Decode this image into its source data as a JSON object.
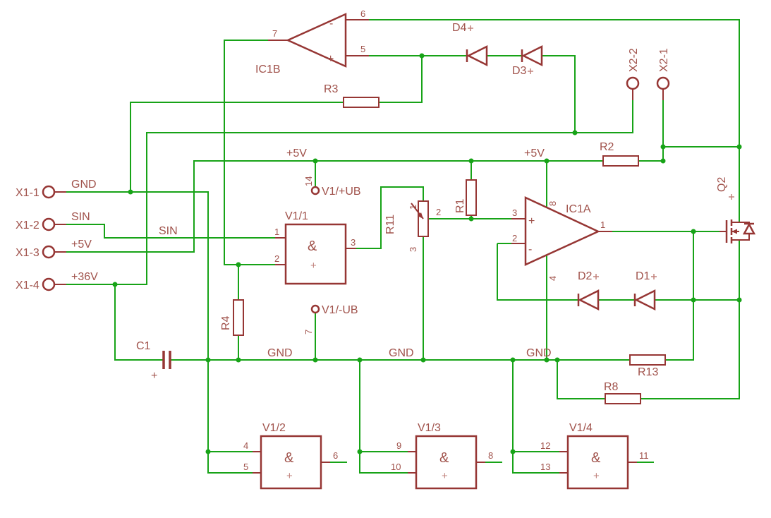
{
  "colors": {
    "wire_green": "#17a317",
    "symbol_maroon": "#963634",
    "label_red": "#a0524b",
    "origin_mark": "#c2837d",
    "background": "#ffffff"
  },
  "x1": {
    "pads": [
      {
        "ref": "X1-1",
        "net": "GND"
      },
      {
        "ref": "X1-2",
        "net": "SIN"
      },
      {
        "ref": "X1-3",
        "net": "+5V"
      },
      {
        "ref": "X1-4",
        "net": "+36V"
      }
    ]
  },
  "x2": {
    "pads": [
      {
        "ref": "X2-2"
      },
      {
        "ref": "X2-1"
      }
    ]
  },
  "ic1b": {
    "ref": "IC1B",
    "pin_out": "7",
    "pin_in_top": "6",
    "pin_in_bottom": "5",
    "sign_top": "-",
    "sign_bottom": "+"
  },
  "ic1a": {
    "ref": "IC1A",
    "pin_in_top": "3",
    "pin_in_bottom": "2",
    "pin_top": "8",
    "pin_bottom": "4",
    "pin_out": "1",
    "sign_top": "+",
    "sign_bottom": "-"
  },
  "v1_1": {
    "ref": "V1/1",
    "in_top": "1",
    "in_bottom": "2",
    "out": "3",
    "body": "&",
    "origin": "+"
  },
  "v1_2": {
    "ref": "V1/2",
    "in_top": "4",
    "in_bottom": "5",
    "out": "6",
    "body": "&",
    "origin": "+"
  },
  "v1_3": {
    "ref": "V1/3",
    "in_top": "9",
    "in_bottom": "10",
    "out": "8",
    "body": "&",
    "origin": "+"
  },
  "v1_4": {
    "ref": "V1/4",
    "in_top": "12",
    "in_bottom": "13",
    "out": "11",
    "body": "&",
    "origin": "+"
  },
  "ub_pos": {
    "label": "V1/+UB",
    "pin": "14"
  },
  "ub_neg": {
    "label": "V1/-UB",
    "pin": "7"
  },
  "r1": {
    "ref": "R1"
  },
  "r2": {
    "ref": "R2"
  },
  "r3": {
    "ref": "R3"
  },
  "r4": {
    "ref": "R4"
  },
  "r8": {
    "ref": "R8"
  },
  "r13": {
    "ref": "R13"
  },
  "r11": {
    "ref": "R11",
    "pin1": "1",
    "pin2": "2",
    "pin3": "3"
  },
  "d1": {
    "ref": "D1"
  },
  "d2": {
    "ref": "D2"
  },
  "d3": {
    "ref": "D3"
  },
  "d4": {
    "ref": "D4"
  },
  "c1": {
    "ref": "C1",
    "polarity": "+"
  },
  "q2": {
    "ref": "Q2"
  },
  "nets": {
    "plus5v_a": "+5V",
    "plus5v_b": "+5V",
    "gnd_a": "GND",
    "gnd_b": "GND",
    "gnd_c": "GND",
    "sin": "SIN"
  }
}
